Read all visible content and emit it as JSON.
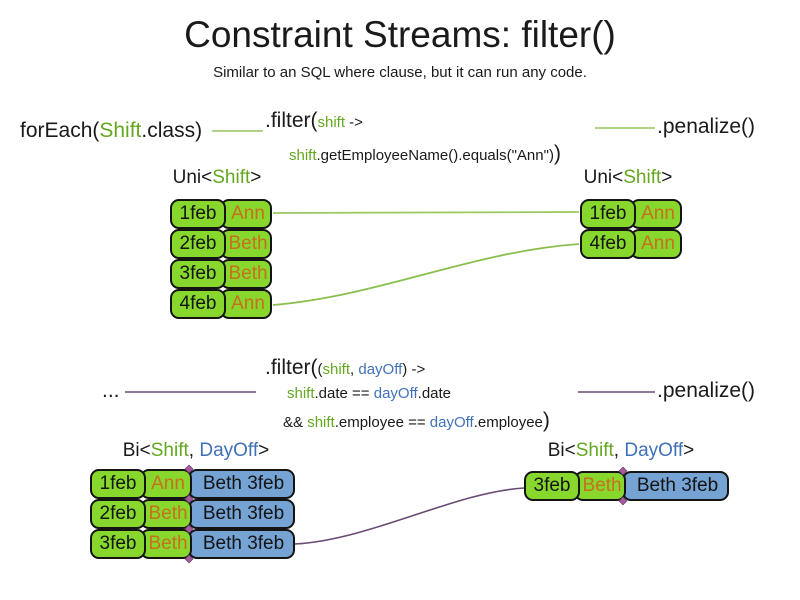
{
  "title": "Constraint Streams: filter()",
  "subtitle": "Similar to an SQL where clause, but it can run any code.",
  "colors": {
    "cell_green": "#87d72d",
    "cell_blue": "#74a3d4",
    "code_green": "#64a81f",
    "code_blue": "#4071b8",
    "name_orange": "#c86f1e",
    "line_green": "#95c45e",
    "line_purple": "#6a4a72",
    "join_marker": "#a85a9b",
    "text": "#1a1a1a"
  },
  "code1": {
    "foreach": {
      "pre": "forEach(",
      "green": "Shift",
      "post": ".class)"
    },
    "filter_head": {
      "pre": ".filter(",
      "green": "shift",
      "post": " ->"
    },
    "filter_body": {
      "green": "shift",
      "black": ".getEmployeeName().equals(\"Ann\")",
      "close": ")"
    },
    "penalize": ".penalize()"
  },
  "code2": {
    "ellipsis": "...",
    "filter_head": {
      "pre": ".filter(",
      "open": "(",
      "green": "shift",
      "comma": ", ",
      "blue": "dayOff",
      "post": ") ->"
    },
    "body1": {
      "green": "shift",
      "mid1": ".date == ",
      "blue": "dayOff",
      "mid2": ".date"
    },
    "body2": {
      "amp": "&& ",
      "green": "shift",
      "mid1": ".employee == ",
      "blue": "dayOff",
      "mid2": ".employee",
      "close": ")"
    },
    "penalize": ".penalize()"
  },
  "uni_label": {
    "pre": "Uni<",
    "green": "Shift",
    "post": ">"
  },
  "bi_label": {
    "pre": "Bi<",
    "green": "Shift",
    "comma": ", ",
    "blue": "DayOff",
    "post": ">"
  },
  "streams": {
    "top_left": {
      "rows": [
        {
          "date": "1feb",
          "name": "Ann"
        },
        {
          "date": "2feb",
          "name": "Beth"
        },
        {
          "date": "3feb",
          "name": "Beth"
        },
        {
          "date": "4feb",
          "name": "Ann"
        }
      ]
    },
    "top_right": {
      "rows": [
        {
          "date": "1feb",
          "name": "Ann"
        },
        {
          "date": "4feb",
          "name": "Ann"
        }
      ]
    },
    "bottom_left": {
      "rows": [
        {
          "date": "1feb",
          "name": "Ann",
          "dayoff": "Beth 3feb"
        },
        {
          "date": "2feb",
          "name": "Beth",
          "dayoff": "Beth 3feb"
        },
        {
          "date": "3feb",
          "name": "Beth",
          "dayoff": "Beth 3feb"
        }
      ]
    },
    "bottom_right": {
      "rows": [
        {
          "date": "3feb",
          "name": "Beth",
          "dayoff": "Beth 3feb"
        }
      ]
    }
  }
}
